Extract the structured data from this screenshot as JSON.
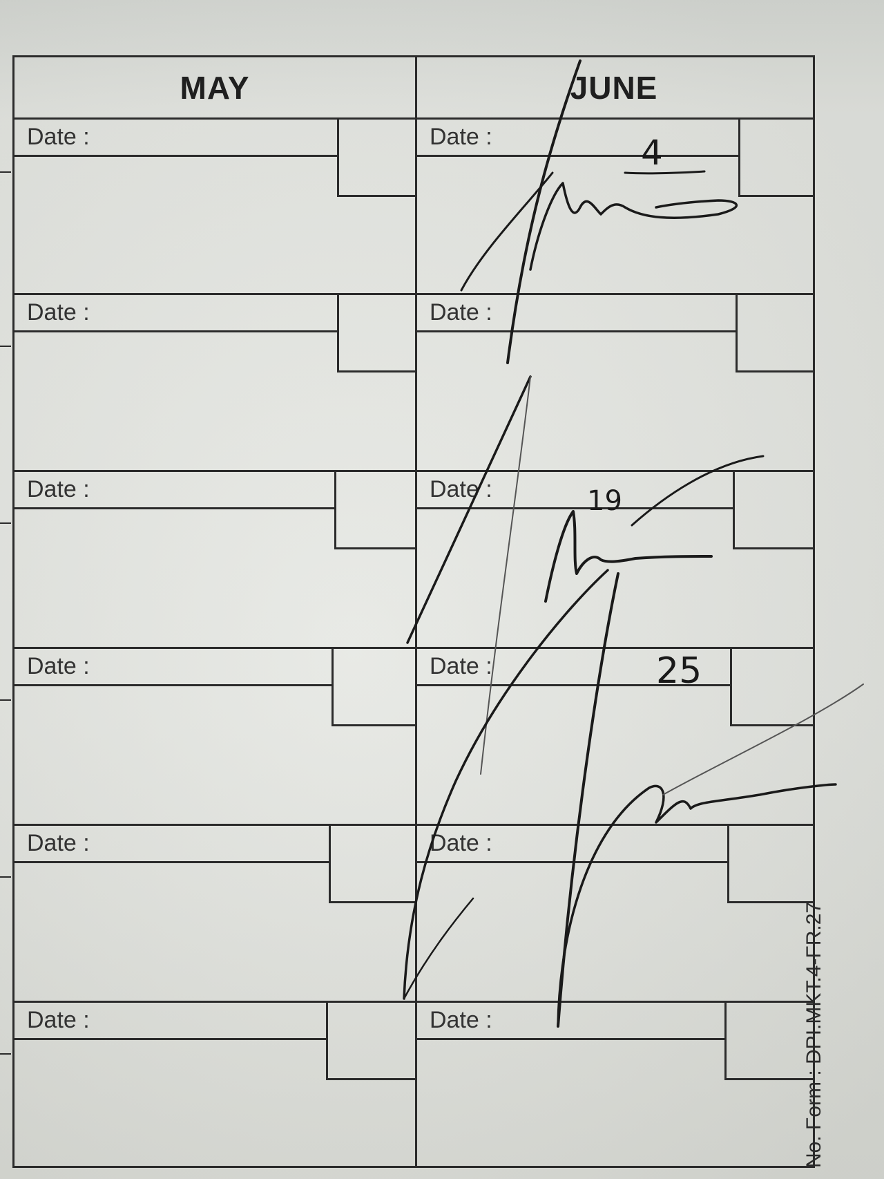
{
  "form": {
    "months": [
      "MAY",
      "JUNE"
    ],
    "date_label": "Date :",
    "form_code": "No. Form : DPI.MKT.4-FR.27"
  },
  "may": {
    "entries": [
      {
        "date_label": "Date :",
        "value": ""
      },
      {
        "date_label": "Date :",
        "value": ""
      },
      {
        "date_label": "Date :",
        "value": ""
      },
      {
        "date_label": "Date :",
        "value": ""
      },
      {
        "date_label": "Date :",
        "value": ""
      },
      {
        "date_label": "Date :",
        "value": ""
      }
    ]
  },
  "june": {
    "entries": [
      {
        "date_label": "Date :",
        "value": "4"
      },
      {
        "date_label": "Date :",
        "value": ""
      },
      {
        "date_label": "Date :",
        "value": "19"
      },
      {
        "date_label": "Date :",
        "value": "25"
      },
      {
        "date_label": "Date :",
        "value": ""
      },
      {
        "date_label": "Date :",
        "value": ""
      }
    ]
  },
  "colors": {
    "paper": "#e3e5e0",
    "ink": "#1a1a1a",
    "lines": "#2b2b2b"
  }
}
